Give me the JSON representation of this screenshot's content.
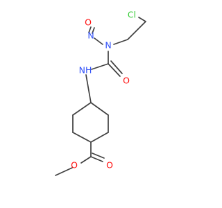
{
  "colors": {
    "carbon_bond": "#404040",
    "chlorine": "#33cc33",
    "nitrogen": "#3050f8",
    "oxygen": "#ff0d0d"
  },
  "atoms": {
    "cl": "Cl",
    "n_nitroso": "N",
    "o_nitroso": "O",
    "n_amide": "N",
    "o_carbonyl": "O",
    "nh": "NH",
    "o_ester_carbonyl": "O",
    "o_ester": "O"
  }
}
